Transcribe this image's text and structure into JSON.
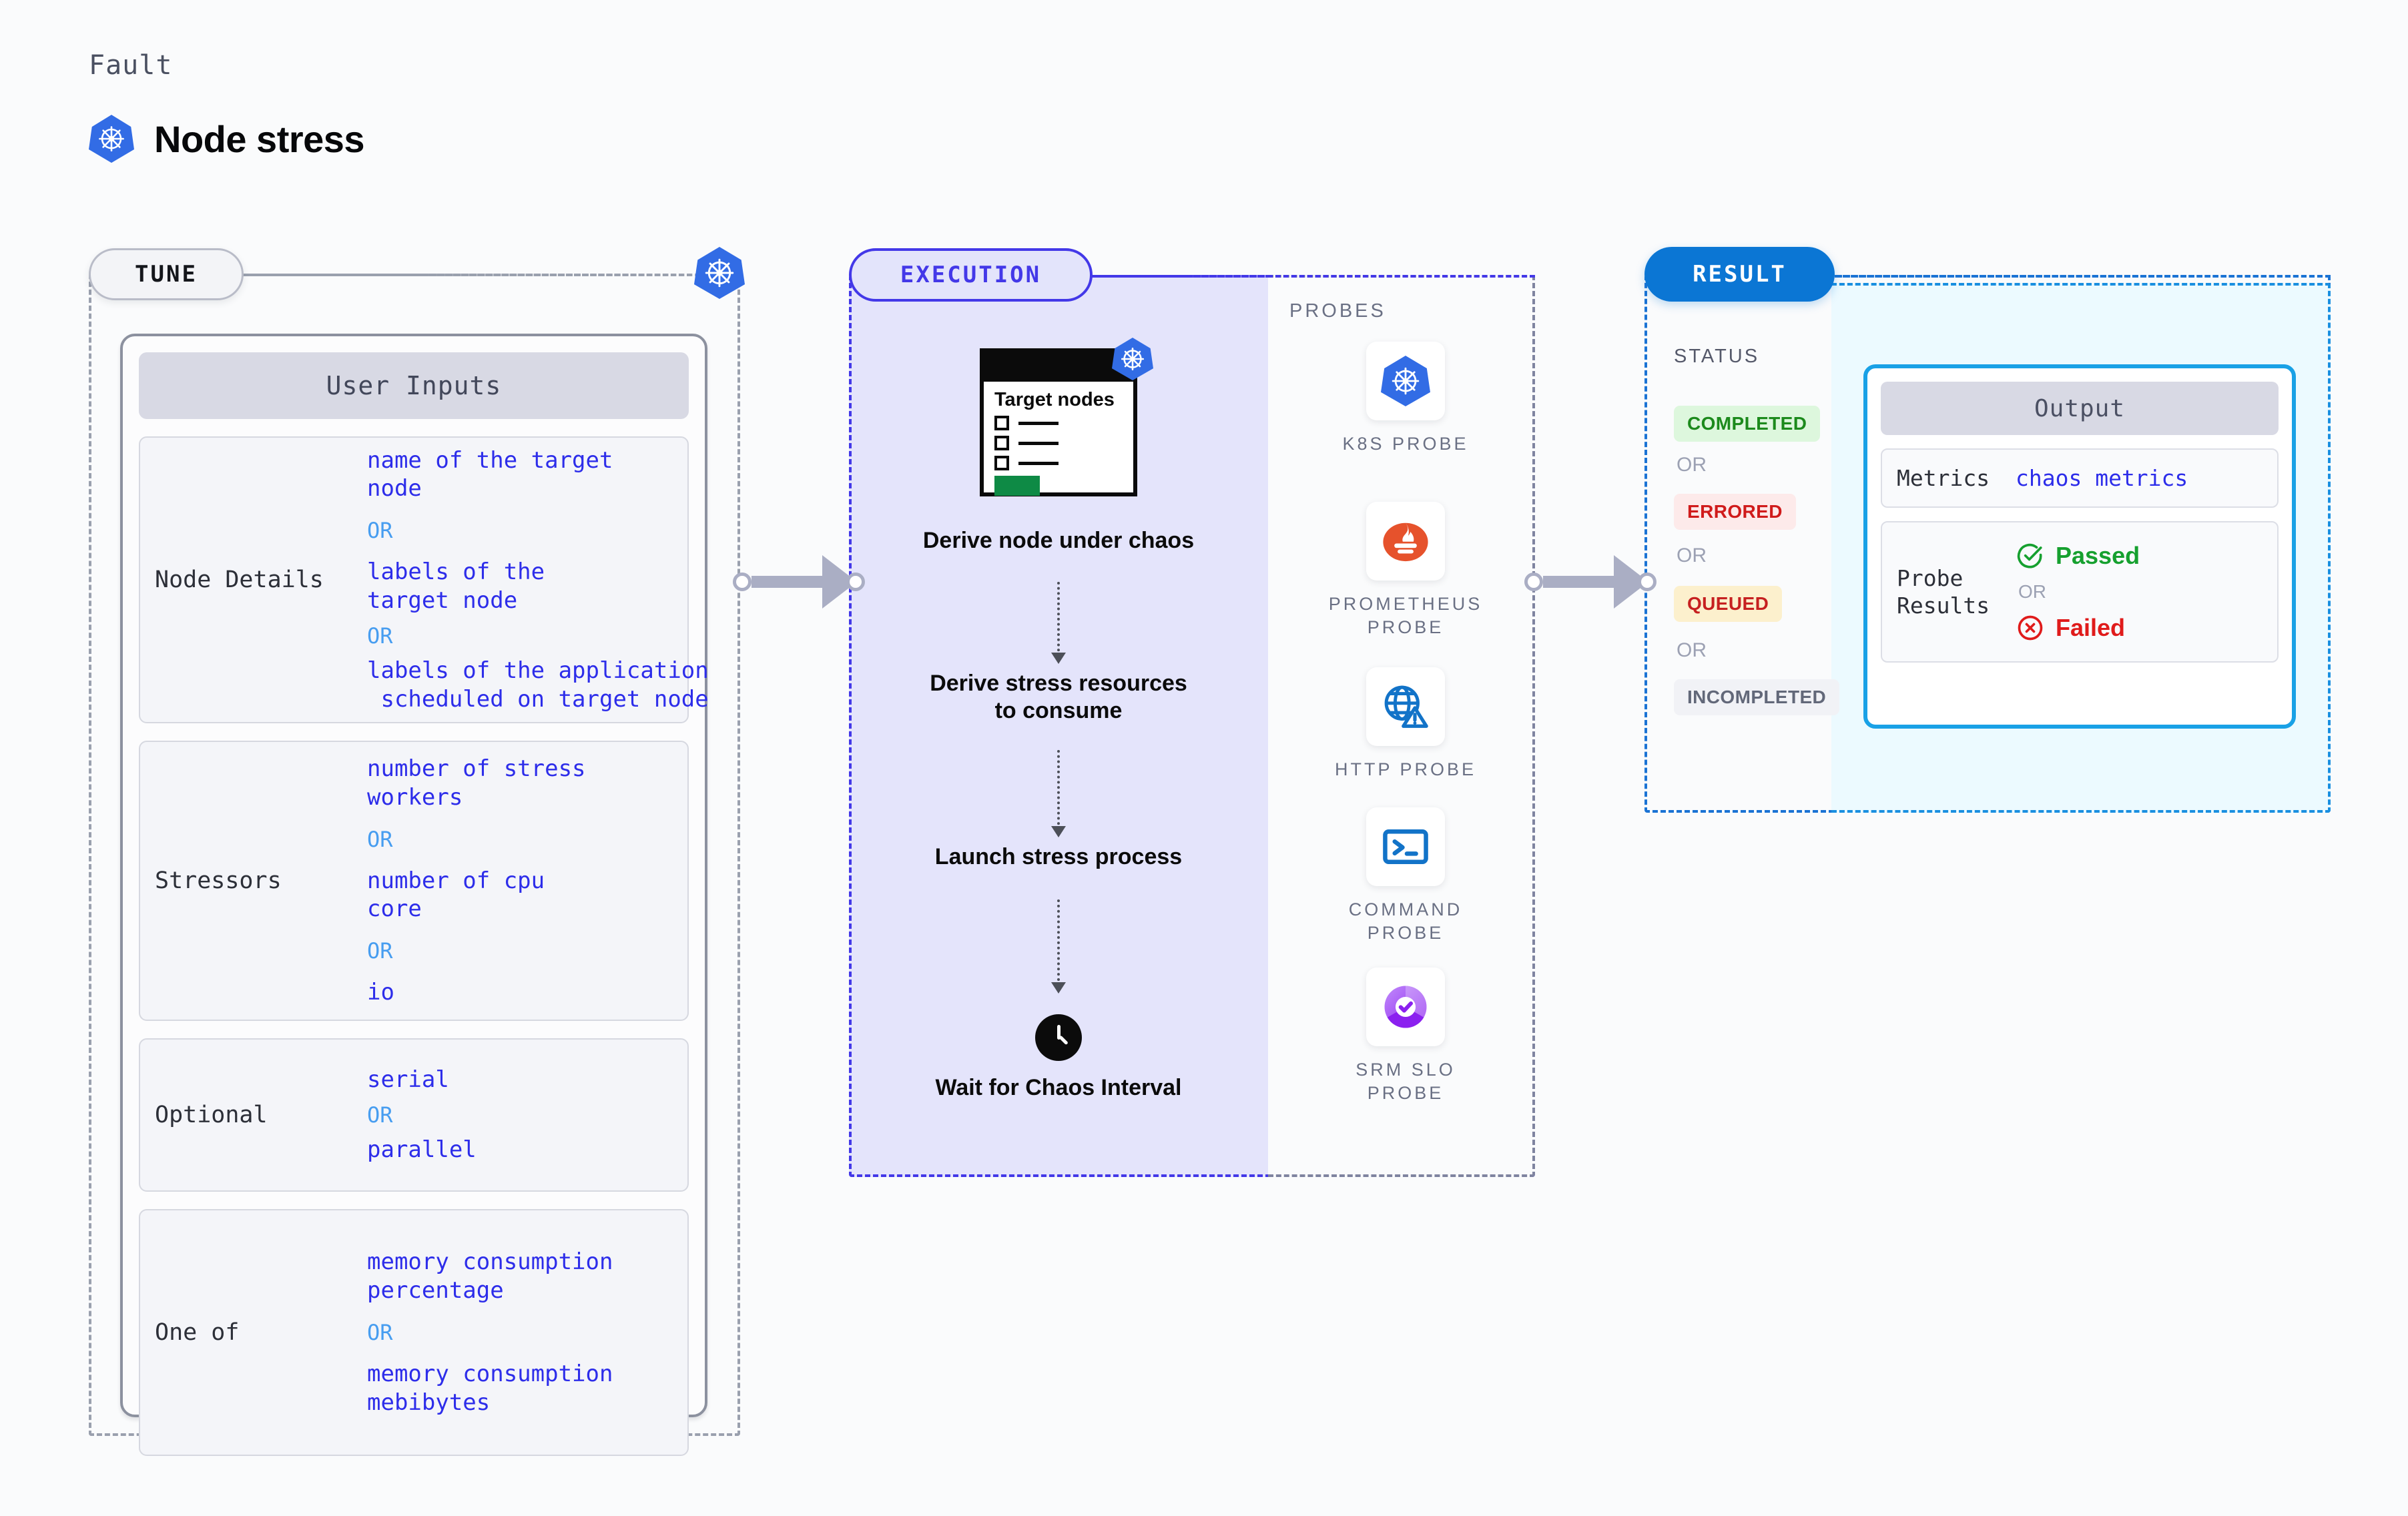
{
  "header": {
    "eyebrow": "Fault",
    "title": "Node stress",
    "icon": "kubernetes-icon"
  },
  "tune": {
    "pill_label": "TUNE",
    "card_header": "User Inputs",
    "or_label": "OR",
    "params": [
      {
        "label": "Node Details",
        "values": [
          "name of the target\nnode",
          "labels of the\ntarget node",
          "labels of the application\n scheduled on target node"
        ]
      },
      {
        "label": "Stressors",
        "values": [
          "number of stress\nworkers",
          "number of cpu\ncore",
          "io"
        ]
      },
      {
        "label": "Optional",
        "values": [
          "serial",
          "parallel"
        ]
      },
      {
        "label": "One of",
        "values": [
          "memory consumption\npercentage",
          "memory consumption\nmebibytes"
        ]
      }
    ]
  },
  "execution": {
    "pill_label": "EXECUTION",
    "node_card": {
      "title": "Target\nnodes",
      "icon": "kubernetes-icon"
    },
    "steps": [
      "Derive node under\nchaos",
      "Derive stress\nresources to\nconsume",
      "Launch stress\nprocess",
      "Wait for Chaos\nInterval"
    ],
    "last_step_icon": "clock-icon"
  },
  "probes": {
    "title": "PROBES",
    "items": [
      {
        "name": "K8S PROBE",
        "icon": "kubernetes-icon"
      },
      {
        "name": "PROMETHEUS\nPROBE",
        "icon": "prometheus-icon"
      },
      {
        "name": "HTTP PROBE",
        "icon": "globe-warning-icon"
      },
      {
        "name": "COMMAND\nPROBE",
        "icon": "terminal-icon"
      },
      {
        "name": "SRM SLO\nPROBE",
        "icon": "slo-donut-check-icon"
      }
    ]
  },
  "result": {
    "pill_label": "RESULT",
    "status_title": "STATUS",
    "or_label": "OR",
    "statuses": [
      {
        "label": "COMPLETED",
        "color": "#1c8a1c"
      },
      {
        "label": "ERRORED",
        "color": "#d01b1b"
      },
      {
        "label": "QUEUED",
        "color": "#c62020"
      },
      {
        "label": "INCOMPLETED",
        "color": "#626879"
      }
    ],
    "output": {
      "header": "Output",
      "metrics_label": "Metrics",
      "metrics_value": "chaos metrics",
      "probe_results_label": "Probe\nResults",
      "passed_label": "Passed",
      "failed_label": "Failed",
      "passed_color": "#16a02f",
      "failed_color": "#e01b1b"
    }
  },
  "colors": {
    "kubernetes_blue": "#326ce5",
    "execution_purple": "#4338e8",
    "result_blue": "#0b76d4",
    "connector_gray": "#aaaec4"
  }
}
